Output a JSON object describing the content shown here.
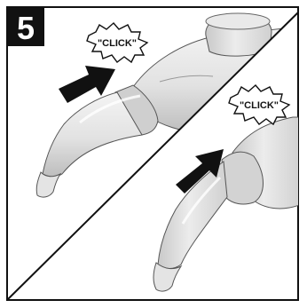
{
  "step_number": "5",
  "callouts": {
    "top": "\"CLICK\"",
    "bottom": "\"CLICK\""
  },
  "colors": {
    "ink": "#111111",
    "shade": "#d6d6d6",
    "light": "#eeeeee",
    "paper": "#ffffff"
  }
}
